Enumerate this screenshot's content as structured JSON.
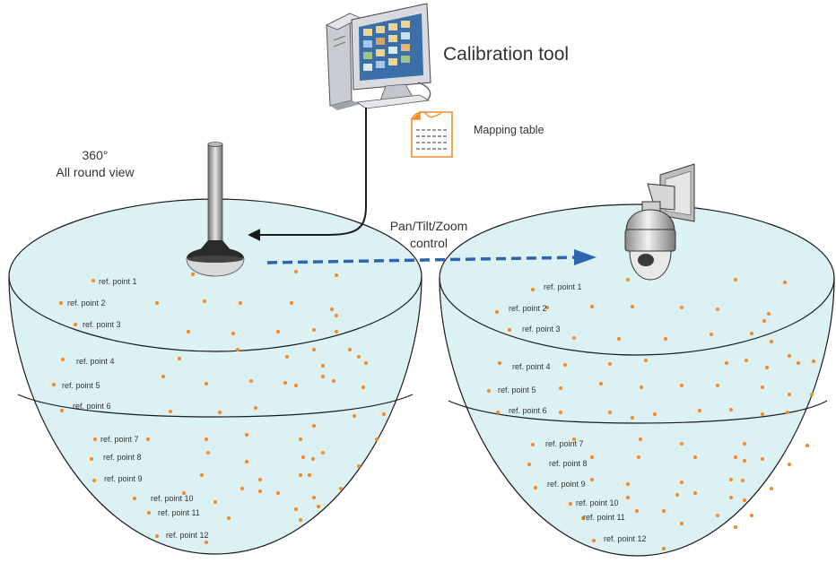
{
  "title": "Calibration tool",
  "mapping_table_label": "Mapping table",
  "fisheye_label_line1": "360°",
  "fisheye_label_line2": "All round view",
  "ptz_label_line1": "Pan/Tilt/Zoom",
  "ptz_label_line2": "control",
  "ref_points": [
    "ref. point 1",
    "ref. point 2",
    "ref. point 3",
    "ref. point 4",
    "ref. point 5",
    "ref. point 6",
    "ref. point 7",
    "ref. point 8",
    "ref. point 9",
    "ref. point 10",
    "ref. point 11",
    "ref. point 12"
  ],
  "colors": {
    "dome_fill": "#dcf1f4",
    "dome_stroke": "#1a1a1a",
    "dot": "#f28c28",
    "arrow_dashed": "#2f63b0",
    "doc_icon": "#f28c28"
  },
  "icons": [
    "computer-icon",
    "document-icon",
    "fisheye-camera-icon",
    "ptz-camera-icon"
  ]
}
